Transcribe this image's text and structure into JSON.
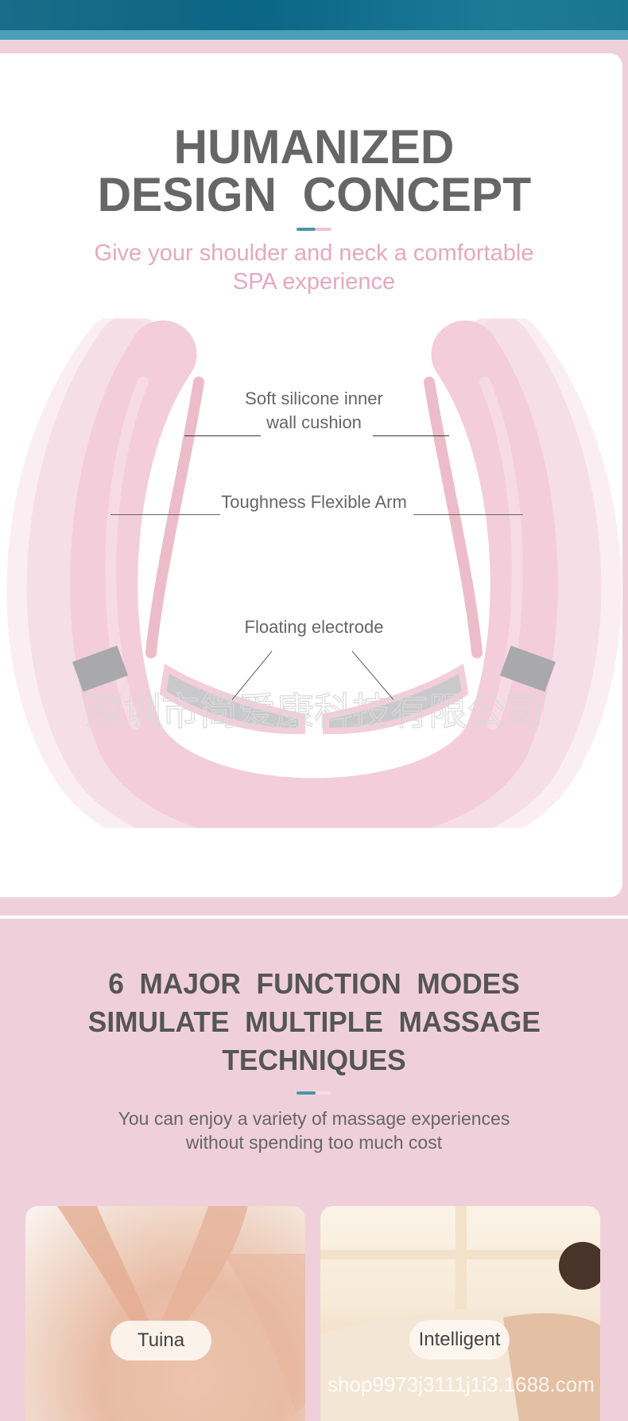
{
  "section1": {
    "title_line1": "HUMANIZED",
    "title_line2": "DESIGN  CONCEPT",
    "subtitle_line1": "Give your shoulder and neck a comfortable",
    "subtitle_line2": "SPA experience",
    "labels": {
      "cushion_line1": "Soft silicone inner",
      "cushion_line2": "wall cushion",
      "arm": "Toughness Flexible Arm",
      "electrode": "Floating electrode"
    },
    "watermark": "深圳市简爱康科技有限公司"
  },
  "section2": {
    "title_line1": "6  MAJOR  FUNCTION  MODES",
    "title_line2": "SIMULATE  MULTIPLE  MASSAGE",
    "title_line3": "TECHNIQUES",
    "subtitle_line1": "You can enjoy a variety of massage experiences",
    "subtitle_line2": "without spending too much cost",
    "modes": [
      {
        "label": "Tuina"
      },
      {
        "label": "Intelligent"
      }
    ],
    "watermark": "shop9973j3111j1i3.1688.com"
  },
  "colors": {
    "teal": "#4a97a6",
    "pink_accent": "#e4a9be",
    "background_pink": "#efd0da",
    "title_gray": "#666666",
    "device_pink": "#f3cdd9"
  }
}
